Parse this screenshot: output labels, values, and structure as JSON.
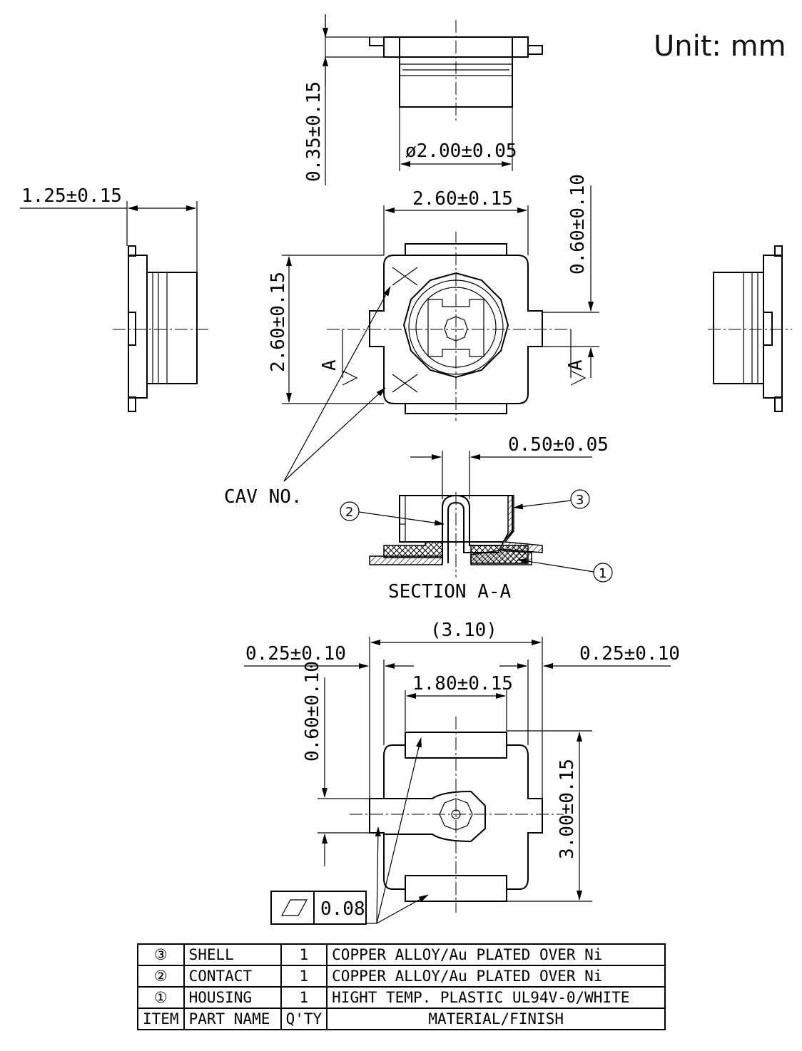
{
  "unit_label": "Unit: mm",
  "dimensions": {
    "height_top": "0.35±0.15",
    "diameter": "ø2.00±0.05",
    "side_width": "1.25±0.15",
    "top_width": "2.60±0.15",
    "right_offset": "0.60±0.10",
    "top_height": "2.60±0.15",
    "contact_width": "0.50±0.05",
    "footprint_total": "(3.10)",
    "left_margin": "0.25±0.10",
    "right_margin": "0.25±0.10",
    "pad_width": "1.80±0.15",
    "left_offset": "0.60±0.10",
    "footprint_height": "3.00±0.15"
  },
  "labels": {
    "cav_no": "CAV NO.",
    "section": "SECTION A-A",
    "section_mark": "A",
    "flatness": "0.08",
    "item3": "3",
    "item2": "2",
    "item1": "1"
  },
  "bom": {
    "rows": [
      {
        "item": "③",
        "part": "SHELL",
        "qty": "1",
        "material": "COPPER ALLOY/Au PLATED OVER Ni"
      },
      {
        "item": "②",
        "part": "CONTACT",
        "qty": "1",
        "material": "COPPER ALLOY/Au PLATED OVER Ni"
      },
      {
        "item": "①",
        "part": "HOUSING",
        "qty": "1",
        "material": "HIGHT TEMP. PLASTIC UL94V-0/WHITE"
      }
    ],
    "header": {
      "item": "ITEM",
      "part": "PART NAME",
      "qty": "Q'TY",
      "material": "MATERIAL/FINISH"
    }
  }
}
